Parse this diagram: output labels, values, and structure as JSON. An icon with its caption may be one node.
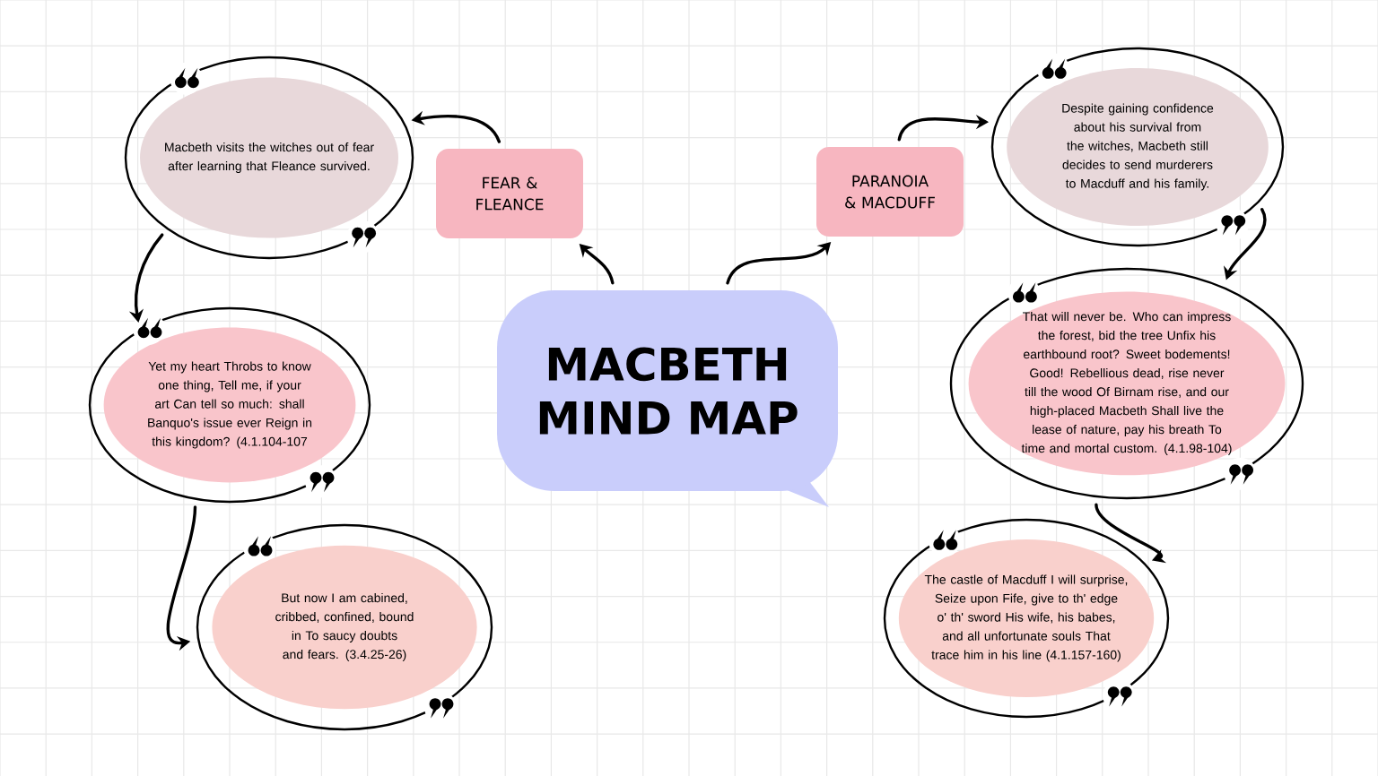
{
  "diagram": {
    "nodes": [
      {
        "text": [
          "MACBETH MIND MAP"
        ]
      },
      {
        "text": [
          "FEAR & FLEANCE"
        ]
      },
      {
        "text": [
          "PARANOIA & MACDUFF"
        ]
      },
      {
        "text": [
          "Macbeth visits the witches out of fear after learning that Fleance survived."
        ]
      },
      {
        "text": [
          "Yet my heart Throbs to know one thing, Tell me, if your art Can tell so much: shall Banquo's issue ever Reign in this kingdom? (4.1.104-107"
        ]
      },
      {
        "text": [
          "But now I am cabined, cribbed, confined, bound in To saucy doubts and fears. (3.4.25-26)"
        ]
      },
      {
        "text": [
          "Despite gaining confidence about his survival from the witches, Macbeth still decides to send murderers to Macduff and his family."
        ]
      },
      {
        "text": [
          "That will never be. Who can impress the forest, bid the tree Unfix his earthbound root? Sweet bodements! Good! Rebellious dead, rise never till the wood Of Birnam rise, and our high-placed Macbeth Shall live the lease of nature, pay his breath To time and mortal custom. (4.1.98-104)"
        ]
      },
      {
        "text": [
          "The castle of Macduff I will surprise, Seize upon Fife, give to th' edge o' th' sword His wife, his babes, and all unfortunate souls That trace him in his line (4.1.157-160)"
        ]
      }
    ],
    "edges": [
      {
        "from": 0,
        "to": 1,
        "arrow": "to"
      },
      {
        "from": 0,
        "to": 2,
        "arrow": "to"
      },
      {
        "from": 1,
        "to": 3,
        "arrow": "to"
      },
      {
        "from": 3,
        "to": 4,
        "arrow": "to"
      },
      {
        "from": 4,
        "to": 5,
        "arrow": "to"
      },
      {
        "from": 2,
        "to": 6,
        "arrow": "to"
      },
      {
        "from": 6,
        "to": 7,
        "arrow": "to"
      },
      {
        "from": 7,
        "to": 8,
        "arrow": "to"
      }
    ]
  }
}
